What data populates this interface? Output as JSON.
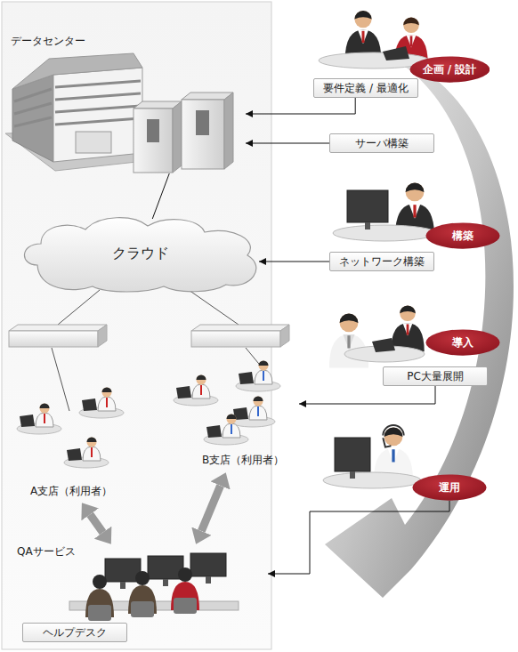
{
  "diagram": {
    "nodes": [
      {
        "text": [
          "データセンター"
        ]
      },
      {
        "text": [
          "クラウド"
        ]
      },
      {
        "text": [
          "A支店（利用者）"
        ]
      },
      {
        "text": [
          "B支店（利用者）"
        ]
      },
      {
        "text": [
          "QAサービス"
        ]
      },
      {
        "text": [
          "ヘルプデスク"
        ],
        "in": 4
      },
      {
        "text": [
          "企画 / 設計"
        ]
      },
      {
        "text": [
          "要件定義 / 最適化"
        ]
      },
      {
        "text": [
          "サーバ構築"
        ]
      },
      {
        "text": [
          "構築"
        ]
      },
      {
        "text": [
          "ネットワーク構築"
        ]
      },
      {
        "text": [
          "導入"
        ]
      },
      {
        "text": [
          "PC大量展開"
        ]
      },
      {
        "text": [
          "運用"
        ]
      }
    ],
    "edges": [
      {
        "from": 7,
        "to": 0,
        "arrow": "to"
      },
      {
        "from": 8,
        "to": 0,
        "arrow": "to"
      },
      {
        "from": 10,
        "to": 1,
        "arrow": "to"
      },
      {
        "from": 12,
        "to": 3,
        "arrow": "to"
      },
      {
        "from": 13,
        "to": 4,
        "arrow": "to"
      },
      {
        "from": 0,
        "to": 1,
        "arrow": "none"
      },
      {
        "from": 2,
        "to": 4,
        "arrow": "both"
      },
      {
        "from": 3,
        "to": 4,
        "arrow": "both"
      }
    ]
  }
}
